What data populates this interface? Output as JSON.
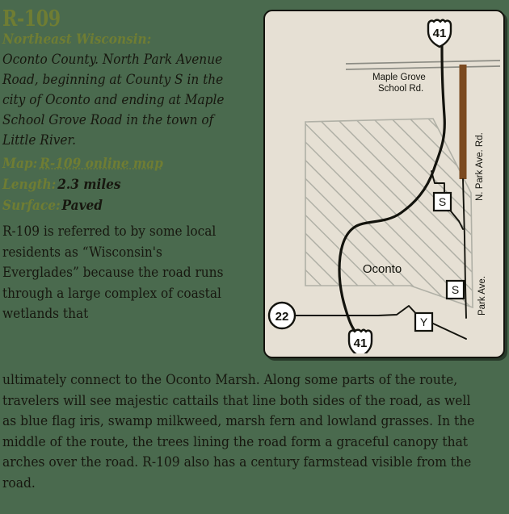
{
  "page": {
    "background_color": "#4a6a4e",
    "accent_color": "#6f7d33",
    "text_color": "#17170f"
  },
  "route": {
    "title": "R-109",
    "region": "Northeast Wisconsin:",
    "description": "Oconto County. North Park Avenue Road, beginning at County S in the city of Oconto and ending at Maple School Grove Road in the town of Little River."
  },
  "meta": {
    "map_label": "Map:",
    "map_link": "R-109 online map",
    "length_label": "Length:",
    "length_value": "2.3 miles",
    "surface_label": "Surface:",
    "surface_value": "Paved"
  },
  "body": {
    "narrow": "R-109 is referred to by some local residents as “Wisconsin's Everglades” because the road runs through a large complex of coastal wetlands that",
    "wide": "ultimately connect to the Oconto Marsh. Along some parts of the route, travelers will see majestic cattails that line both sides of the road, as well as blue flag iris, swamp milkweed, marsh fern and lowland grasses. In the middle of the route, the trees lining the road form a graceful canopy that arches over the road. R-109 also has a century farmstead visible from the road."
  },
  "map": {
    "background_color": "#e6e0d4",
    "highlight_color": "#7b4a20",
    "road_color": "#13130d",
    "minor_road_color": "#8c8c84",
    "city_fill_color": "#b3b3ab",
    "labels": {
      "maple_grove_line1": "Maple Grove",
      "maple_grove_line2": "School Rd.",
      "north_park_ave": "N. Park Ave. Rd.",
      "park_ave": "Park Ave.",
      "city": "Oconto"
    },
    "markers": [
      {
        "name": "us-shield-41-top",
        "type": "us-shield",
        "label": "41"
      },
      {
        "name": "us-shield-41-bottom",
        "type": "us-shield",
        "label": "41"
      },
      {
        "name": "state-circle-22",
        "type": "circle",
        "label": "22"
      },
      {
        "name": "county-box-s-upper",
        "type": "box",
        "label": "S"
      },
      {
        "name": "county-box-s-lower",
        "type": "box",
        "label": "S"
      },
      {
        "name": "county-box-y",
        "type": "box",
        "label": "Y"
      }
    ]
  }
}
